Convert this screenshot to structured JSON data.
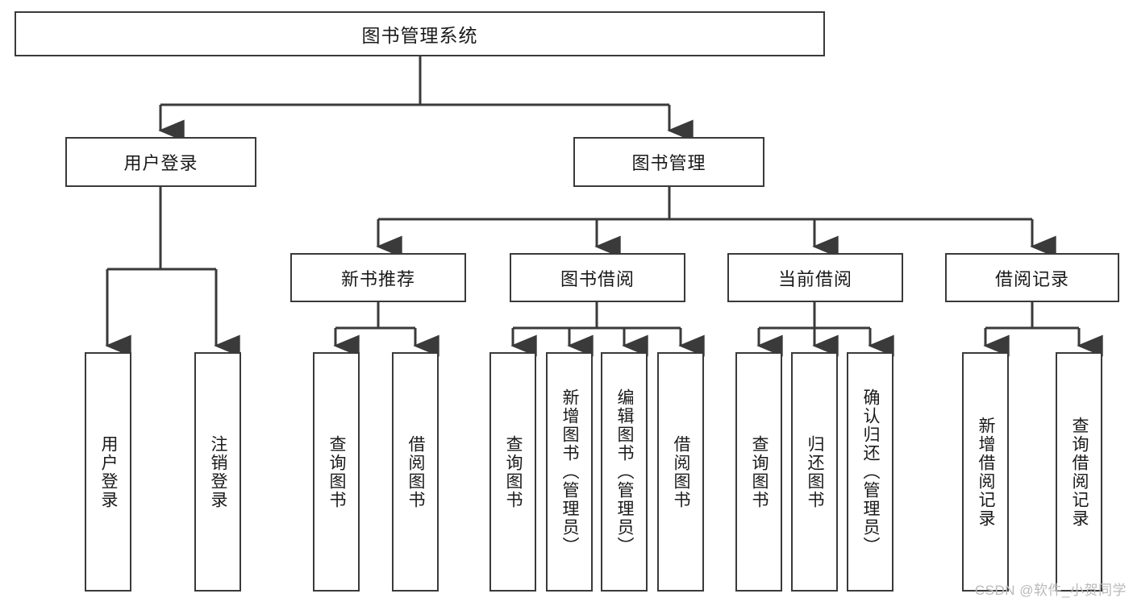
{
  "diagram": {
    "title": "图书管理系统",
    "type": "tree-hierarchy-chart",
    "watermark": "CSDN @软件_小贺同学",
    "colors": {
      "border": "#3a3a3a",
      "background": "#ffffff",
      "text": "#1a1a1a",
      "edge": "#3a3a3a",
      "watermark": "#b9b9b9"
    }
  },
  "nodes": {
    "root": {
      "label": "图书管理系统"
    },
    "level1": [
      {
        "id": "user-login",
        "label": "用户登录"
      },
      {
        "id": "book-management",
        "label": "图书管理"
      }
    ],
    "level2": [
      {
        "id": "new-book-recommend",
        "label": "新书推荐"
      },
      {
        "id": "book-borrow",
        "label": "图书借阅"
      },
      {
        "id": "current-borrow",
        "label": "当前借阅"
      },
      {
        "id": "borrow-record",
        "label": "借阅记录"
      }
    ],
    "leaves": {
      "user_login": [
        {
          "id": "leaf-user-login",
          "label": "用户登录"
        },
        {
          "id": "leaf-logout-login",
          "label": "注销登录"
        }
      ],
      "new_book_recommend": [
        {
          "id": "leaf-query-book-1",
          "label": "查询图书"
        },
        {
          "id": "leaf-borrow-book-1",
          "label": "借阅图书"
        }
      ],
      "book_borrow": [
        {
          "id": "leaf-query-book-2",
          "label": "查询图书"
        },
        {
          "id": "leaf-add-book",
          "label": "新增图书（管理员）"
        },
        {
          "id": "leaf-edit-book",
          "label": "编辑图书（管理员）"
        },
        {
          "id": "leaf-borrow-book-2",
          "label": "借阅图书"
        }
      ],
      "current_borrow": [
        {
          "id": "leaf-query-book-3",
          "label": "查询图书"
        },
        {
          "id": "leaf-return-book",
          "label": "归还图书"
        },
        {
          "id": "leaf-confirm-return",
          "label": "确认归还（管理员）"
        }
      ],
      "borrow_record": [
        {
          "id": "leaf-add-record",
          "label": "新增借阅记录"
        },
        {
          "id": "leaf-query-record",
          "label": "查询借阅记录"
        }
      ]
    }
  }
}
